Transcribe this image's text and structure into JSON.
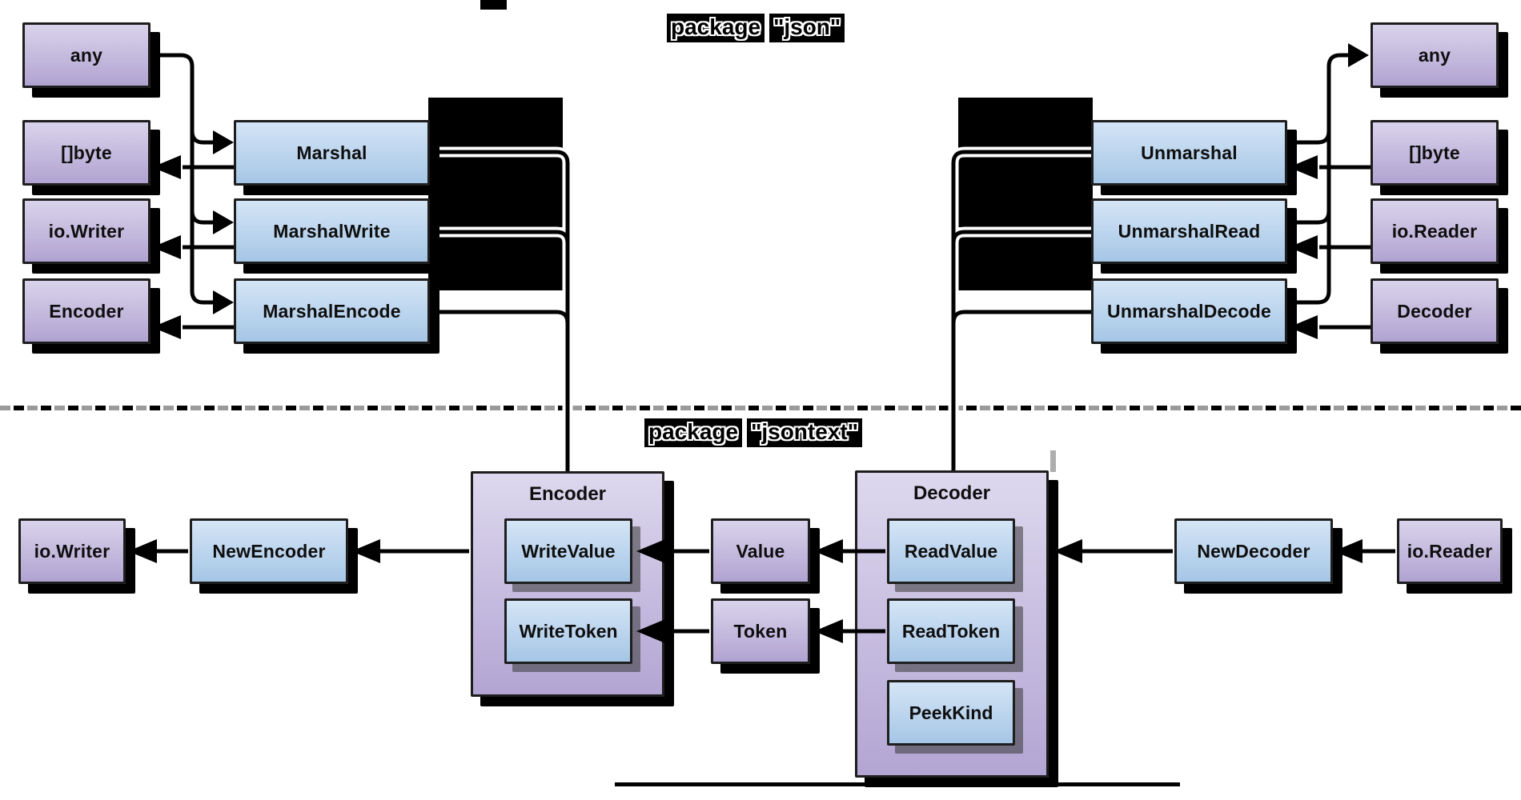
{
  "titles": {
    "json": {
      "word1": "package",
      "word2": "\"json\""
    },
    "jsontext": {
      "word1": "package",
      "word2": "\"jsontext\""
    }
  },
  "json_pkg": {
    "left_types": [
      "any",
      "[]byte",
      "io.Writer",
      "Encoder"
    ],
    "marshal_funcs": [
      "Marshal",
      "MarshalWrite",
      "MarshalEncode"
    ],
    "unmarshal_funcs": [
      "Unmarshal",
      "UnmarshalRead",
      "UnmarshalDecode"
    ],
    "right_types": [
      "any",
      "[]byte",
      "io.Reader",
      "Decoder"
    ]
  },
  "jsontext_pkg": {
    "writer_type": "io.Writer",
    "new_encoder": "NewEncoder",
    "encoder": {
      "title": "Encoder",
      "methods": [
        "WriteValue",
        "WriteToken"
      ]
    },
    "middle_types": [
      "Value",
      "Token"
    ],
    "decoder": {
      "title": "Decoder",
      "methods": [
        "ReadValue",
        "ReadToken",
        "PeekKind"
      ]
    },
    "new_decoder": "NewDecoder",
    "reader_type": "io.Reader"
  },
  "colors": {
    "purple_box_top": "#d9d3eb",
    "purple_box_bottom": "#b1a3d1",
    "blue_box_top": "#d4e5f6",
    "blue_box_bottom": "#a6c6e6",
    "box_border": "#1e1e1e",
    "shadow": "#000000",
    "redaction": "#000000",
    "dash_gray": "#9a9a9a",
    "dash_black": "#000000"
  }
}
